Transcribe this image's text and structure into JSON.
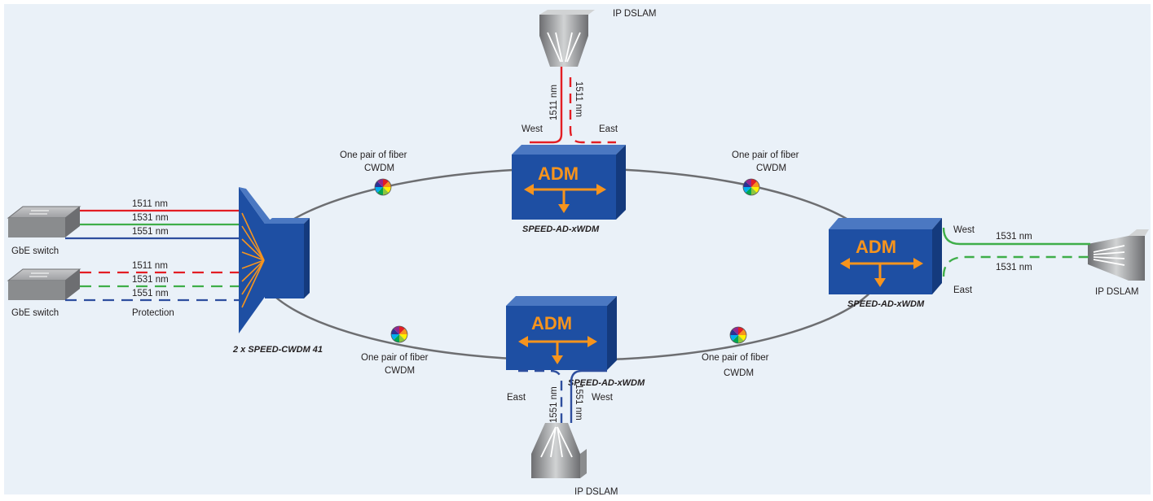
{
  "colors": {
    "background": "#eaf1f8",
    "ring": "#6d6e71",
    "fiber_red": "#e31e24",
    "fiber_green": "#3fae49",
    "fiber_blue": "#2e4e9e",
    "box_front": "#1e4fa3",
    "box_top": "#4b78c2",
    "box_side": "#143a7d",
    "arrow": "#f7941d",
    "device_gray": "#8a8c8e"
  },
  "ring_label": {
    "line1": "One pair of fiber",
    "line2": "CWDM"
  },
  "adm_label": "ADM",
  "nodes": {
    "top": {
      "caption": "SPEED-AD-xWDM",
      "west": "West",
      "east": "East"
    },
    "right": {
      "caption": "SPEED-AD-xWDM",
      "west": "West",
      "east": "East"
    },
    "bottom": {
      "caption": "SPEED-AD-xWDM",
      "west": "West",
      "east": "East"
    }
  },
  "cwdm_mux": {
    "caption": "2 x SPEED-CWDM 41"
  },
  "switches": [
    {
      "label": "GbE switch"
    },
    {
      "label": "GbE switch"
    }
  ],
  "dslams": {
    "top": {
      "label": "IP DSLAM",
      "west_nm": "1511 nm",
      "east_nm": "1511 nm"
    },
    "right": {
      "label": "IP DSLAM",
      "west_nm": "1531 nm",
      "east_nm": "1531 nm"
    },
    "bottom": {
      "label": "IP DSLAM",
      "east_nm": "1551 nm",
      "west_nm": "1551 nm"
    }
  },
  "wavelengths": {
    "working": [
      "1511 nm",
      "1531 nm",
      "1551 nm"
    ],
    "protection": [
      "1511 nm",
      "1531 nm",
      "1551 nm"
    ],
    "protection_label": "Protection"
  }
}
